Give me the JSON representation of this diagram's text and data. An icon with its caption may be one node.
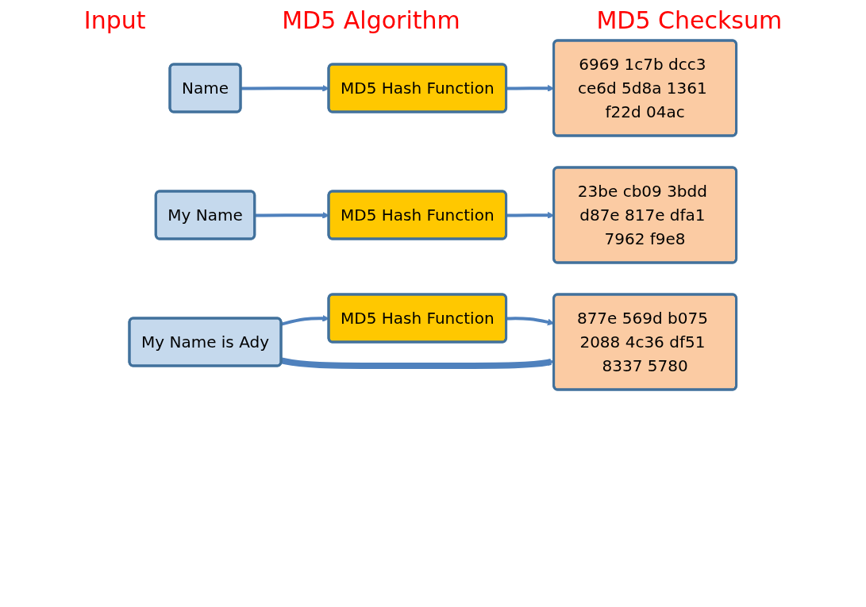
{
  "diagram": {
    "nodes": [
      {
        "text": [
          "Name"
        ]
      },
      {
        "text": [
          "MD5 Hash Function"
        ]
      },
      {
        "text": [
          "6969 1c7b dcc3 ce6d 5d8a 1361 f22d 04ac"
        ]
      },
      {
        "text": [
          "My Name"
        ]
      },
      {
        "text": [
          "MD5 Hash Function"
        ]
      },
      {
        "text": [
          "23be cb09 3bdd d87e 817e dfa1 7962 f9e8"
        ]
      },
      {
        "text": [
          "My Name is Ady"
        ]
      },
      {
        "text": [
          "MD5 Hash Function"
        ]
      },
      {
        "text": [
          "877e 569d b075 2088 4c36 df51 8337 5780"
        ]
      }
    ],
    "edges": [
      {
        "from": 0,
        "to": 1,
        "arrow": "to"
      },
      {
        "from": 1,
        "to": 2,
        "arrow": "to"
      },
      {
        "from": 3,
        "to": 4,
        "arrow": "to"
      },
      {
        "from": 4,
        "to": 5,
        "arrow": "to"
      },
      {
        "from": 6,
        "to": 7,
        "arrow": "to"
      },
      {
        "from": 7,
        "to": 8,
        "arrow": "to"
      },
      {
        "from": 6,
        "to": 8,
        "arrow": "to",
        "style": "thick"
      }
    ],
    "labels": [
      "Input",
      "MD5 Algorithm",
      "MD5 Checksum"
    ]
  }
}
